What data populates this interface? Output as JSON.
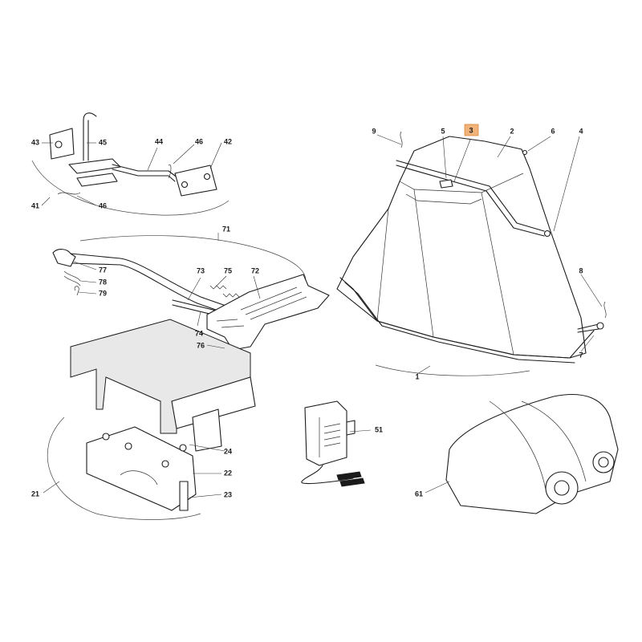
{
  "callouts": [
    {
      "id": "c43",
      "text": "43"
    },
    {
      "id": "c45",
      "text": "45"
    },
    {
      "id": "c44",
      "text": "44"
    },
    {
      "id": "c46a",
      "text": "46"
    },
    {
      "id": "c42",
      "text": "42"
    },
    {
      "id": "c41",
      "text": "41"
    },
    {
      "id": "c46b",
      "text": "46"
    },
    {
      "id": "c71",
      "text": "71"
    },
    {
      "id": "c77",
      "text": "77"
    },
    {
      "id": "c78",
      "text": "78"
    },
    {
      "id": "c79",
      "text": "79"
    },
    {
      "id": "c73",
      "text": "73"
    },
    {
      "id": "c75",
      "text": "75"
    },
    {
      "id": "c72",
      "text": "72"
    },
    {
      "id": "c74",
      "text": "74"
    },
    {
      "id": "c76",
      "text": "76"
    },
    {
      "id": "c9",
      "text": "9"
    },
    {
      "id": "c5",
      "text": "5"
    },
    {
      "id": "c3",
      "text": "3",
      "highlighted": true
    },
    {
      "id": "c2",
      "text": "2"
    },
    {
      "id": "c6",
      "text": "6"
    },
    {
      "id": "c4",
      "text": "4"
    },
    {
      "id": "c8",
      "text": "8"
    },
    {
      "id": "c7",
      "text": "7"
    },
    {
      "id": "c1",
      "text": "1"
    },
    {
      "id": "c51",
      "text": "51"
    },
    {
      "id": "c24",
      "text": "24"
    },
    {
      "id": "c22",
      "text": "22"
    },
    {
      "id": "c23",
      "text": "23"
    },
    {
      "id": "c21",
      "text": "21"
    },
    {
      "id": "c61",
      "text": "61"
    }
  ],
  "colors": {
    "highlight": "#f2b37a",
    "line": "#1c1c1c",
    "background": "#ffffff"
  }
}
